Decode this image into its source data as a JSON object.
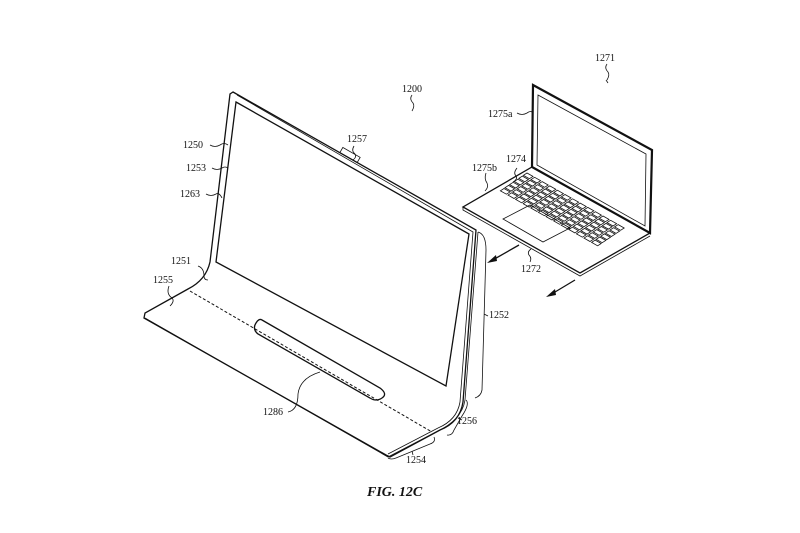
{
  "figure": {
    "caption": "FIG. 12C",
    "labels": {
      "system": "1200",
      "laptop": "1271",
      "laptop_lid": "1275a",
      "laptop_base": "1275b",
      "keyboard": "1274",
      "trackpad": "1272",
      "display_housing": "1250",
      "display_border": "1253",
      "screen": "1263",
      "camera": "1257",
      "bend_inner": "1251",
      "base_edge": "1255",
      "vertical_section": "1252",
      "curved_section": "1256",
      "base_section": "1254",
      "slot": "1286"
    }
  }
}
